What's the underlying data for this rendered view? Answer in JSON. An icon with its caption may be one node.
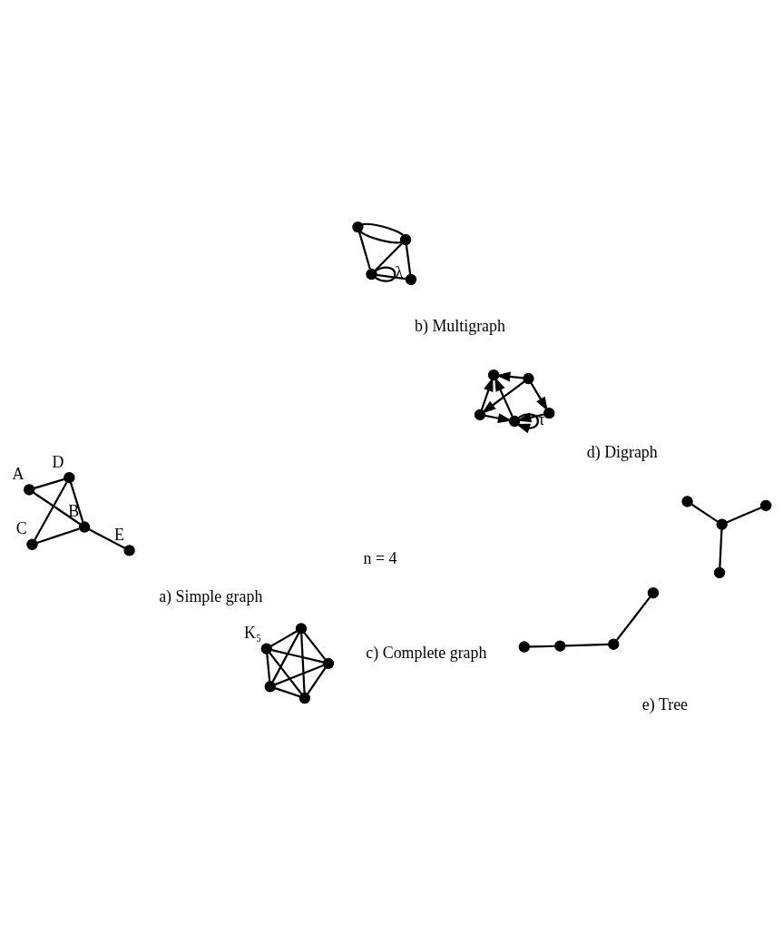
{
  "diagram": {
    "nodes": [
      {
        "text": [],
        "shape": "circle",
        "beside": [
          "A"
        ]
      },
      {
        "text": [],
        "shape": "circle",
        "beside": [
          "B"
        ]
      },
      {
        "text": [],
        "shape": "circle",
        "beside": [
          "C"
        ]
      },
      {
        "text": [],
        "shape": "circle",
        "beside": [
          "D"
        ]
      },
      {
        "text": [],
        "shape": "circle",
        "beside": [
          "E"
        ]
      },
      {
        "text": [],
        "shape": "circle"
      },
      {
        "text": [],
        "shape": "circle"
      },
      {
        "text": [],
        "shape": "circle"
      },
      {
        "text": [],
        "shape": "circle"
      },
      {
        "text": [],
        "shape": "circle",
        "beside": [
          "K₅"
        ]
      },
      {
        "text": [],
        "shape": "circle"
      },
      {
        "text": [],
        "shape": "circle"
      },
      {
        "text": [],
        "shape": "circle"
      },
      {
        "text": [],
        "shape": "circle"
      },
      {
        "text": [],
        "shape": "circle"
      },
      {
        "text": [],
        "shape": "circle"
      },
      {
        "text": [],
        "shape": "circle"
      },
      {
        "text": [],
        "shape": "circle"
      },
      {
        "text": [],
        "shape": "circle"
      },
      {
        "text": [],
        "shape": "circle"
      },
      {
        "text": [],
        "shape": "circle"
      },
      {
        "text": [],
        "shape": "circle"
      },
      {
        "text": [],
        "shape": "circle"
      },
      {
        "text": [],
        "shape": "circle"
      },
      {
        "text": [],
        "shape": "circle"
      },
      {
        "text": [],
        "shape": "circle"
      },
      {
        "text": [],
        "shape": "circle"
      }
    ],
    "edges": [
      {
        "from": 0,
        "to": 1,
        "arrow": "none"
      },
      {
        "from": 0,
        "to": 3,
        "arrow": "none"
      },
      {
        "from": 1,
        "to": 2,
        "arrow": "none"
      },
      {
        "from": 1,
        "to": 3,
        "arrow": "none"
      },
      {
        "from": 1,
        "to": 4,
        "arrow": "none"
      },
      {
        "from": 2,
        "to": 3,
        "arrow": "none"
      },
      {
        "from": 5,
        "to": 6,
        "arrow": "none"
      },
      {
        "from": 5,
        "to": 6,
        "arrow": "none"
      },
      {
        "from": 5,
        "to": 7,
        "arrow": "none"
      },
      {
        "from": 6,
        "to": 8,
        "arrow": "none"
      },
      {
        "from": 7,
        "to": 6,
        "arrow": "none"
      },
      {
        "from": 7,
        "to": 8,
        "arrow": "none"
      },
      {
        "from": 7,
        "to": 7,
        "arrow": "none",
        "label": "λ"
      },
      {
        "from": 9,
        "to": 10,
        "arrow": "none"
      },
      {
        "from": 9,
        "to": 11,
        "arrow": "none"
      },
      {
        "from": 9,
        "to": 12,
        "arrow": "none"
      },
      {
        "from": 9,
        "to": 13,
        "arrow": "none"
      },
      {
        "from": 10,
        "to": 11,
        "arrow": "none"
      },
      {
        "from": 10,
        "to": 12,
        "arrow": "none"
      },
      {
        "from": 10,
        "to": 13,
        "arrow": "none"
      },
      {
        "from": 11,
        "to": 12,
        "arrow": "none"
      },
      {
        "from": 11,
        "to": 13,
        "arrow": "none"
      },
      {
        "from": 12,
        "to": 13,
        "arrow": "none"
      },
      {
        "from": 15,
        "to": 14,
        "arrow": "to"
      },
      {
        "from": 16,
        "to": 14,
        "arrow": "to"
      },
      {
        "from": 15,
        "to": 16,
        "arrow": "to"
      },
      {
        "from": 17,
        "to": 15,
        "arrow": "to"
      },
      {
        "from": 17,
        "to": 14,
        "arrow": "to"
      },
      {
        "from": 17,
        "to": 18,
        "arrow": "to"
      },
      {
        "from": 18,
        "to": 16,
        "arrow": "to"
      },
      {
        "from": 16,
        "to": 16,
        "arrow": "to",
        "label": "τ"
      },
      {
        "from": 19,
        "to": 20,
        "arrow": "none"
      },
      {
        "from": 20,
        "to": 21,
        "arrow": "none"
      },
      {
        "from": 21,
        "to": 22,
        "arrow": "none"
      },
      {
        "from": 23,
        "to": 24,
        "arrow": "none"
      },
      {
        "from": 24,
        "to": 25,
        "arrow": "none"
      },
      {
        "from": 24,
        "to": 26,
        "arrow": "none"
      }
    ],
    "labels": [
      "a) Simple graph",
      "b) Multigraph",
      "c) Complete graph",
      "d) Digraph",
      "n = 4",
      "e) Tree"
    ]
  }
}
